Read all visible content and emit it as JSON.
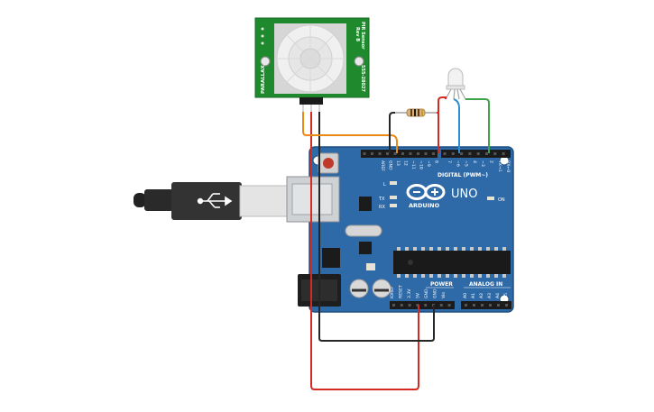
{
  "pir_sensor": {
    "label_right_1": "PIR Sensor",
    "label_right_2": "Rev B",
    "label_right_3": "555-28027",
    "label_left": "PARALLAX"
  },
  "arduino": {
    "brand": "ARDUINO",
    "model": "UNO",
    "digital_header": "DIGITAL (PWM~)",
    "power_header": "POWER",
    "analog_header": "ANALOG IN",
    "on_label": "ON",
    "led_l": "L",
    "led_tx": "TX",
    "led_rx": "RX",
    "top_pins": [
      "AREF",
      "GND",
      "13",
      "12",
      "~11",
      "~10",
      "~9",
      "8",
      "7",
      "~6",
      "~5",
      "4",
      "~3",
      "2",
      "TX→1",
      "RX←0"
    ],
    "power_pins": [
      "IOREF",
      "RESET",
      "3.3V",
      "5V",
      "GND",
      "GND",
      "Vin"
    ],
    "analog_pins": [
      "A0",
      "A1",
      "A2",
      "A3",
      "A4",
      "A5"
    ]
  },
  "colors": {
    "board": "#2f6aa8",
    "pir_board": "#1f8a2d",
    "wire_red": "#d42a22",
    "wire_black": "#262626",
    "wire_orange": "#e98a16",
    "wire_blue": "#2c8fd0",
    "wire_green": "#3fa34a"
  }
}
